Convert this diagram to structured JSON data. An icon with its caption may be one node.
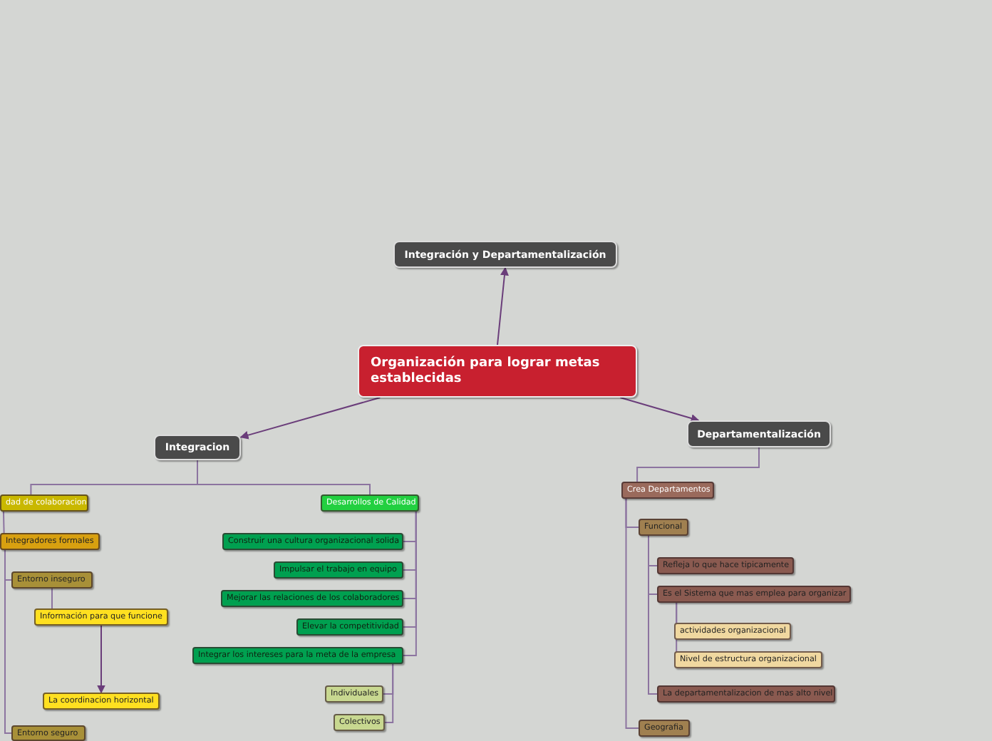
{
  "diagram": {
    "nodes": [
      {
        "text": [
          "Integración y Departamentalización"
        ]
      },
      {
        "text": [
          "Organización para lograr metas establecidas"
        ]
      },
      {
        "text": [
          "Integracion"
        ]
      },
      {
        "text": [
          "Departamentalización"
        ]
      },
      {
        "text": [
          "dad de colaboracion"
        ]
      },
      {
        "text": [
          "Desarrollos de Calidad"
        ]
      },
      {
        "text": [
          "Construir una cultura organizacional solida"
        ]
      },
      {
        "text": [
          "Impulsar el trabajo en equipo"
        ]
      },
      {
        "text": [
          "Mejorar las relaciones de los colaboradores"
        ]
      },
      {
        "text": [
          "Elevar la competitividad"
        ]
      },
      {
        "text": [
          "Integrar los intereses  para la meta de la empresa"
        ]
      },
      {
        "text": [
          "Individuales"
        ]
      },
      {
        "text": [
          "Colectivos"
        ]
      },
      {
        "text": [
          "Integradores formales"
        ]
      },
      {
        "text": [
          "Entorno inseguro"
        ]
      },
      {
        "text": [
          "Información para que funcione"
        ]
      },
      {
        "text": [
          "La coordinacion horizontal"
        ]
      },
      {
        "text": [
          "Entorno seguro"
        ]
      },
      {
        "text": [
          "Crea Departamentos"
        ]
      },
      {
        "text": [
          "Funcional"
        ]
      },
      {
        "text": [
          "Refleja lo que hace tipicamente"
        ]
      },
      {
        "text": [
          "Es el Sistema que mas emplea para organizar"
        ]
      },
      {
        "text": [
          "actividades organizacional"
        ]
      },
      {
        "text": [
          "Nivel de estructura organizacional"
        ]
      },
      {
        "text": [
          "La departamentalizacion de mas alto nivel"
        ]
      },
      {
        "text": [
          "Geografia"
        ]
      }
    ],
    "edges": [
      {
        "from": 1,
        "to": 0,
        "arrow": "to"
      },
      {
        "from": 1,
        "to": 2,
        "arrow": "to"
      },
      {
        "from": 1,
        "to": 3,
        "arrow": "to"
      },
      {
        "from": 2,
        "to": 4,
        "arrow": "none"
      },
      {
        "from": 2,
        "to": 5,
        "arrow": "none"
      },
      {
        "from": 5,
        "to": 6,
        "arrow": "none"
      },
      {
        "from": 5,
        "to": 7,
        "arrow": "none"
      },
      {
        "from": 5,
        "to": 8,
        "arrow": "none"
      },
      {
        "from": 5,
        "to": 9,
        "arrow": "none"
      },
      {
        "from": 5,
        "to": 10,
        "arrow": "none"
      },
      {
        "from": 10,
        "to": 11,
        "arrow": "none"
      },
      {
        "from": 10,
        "to": 12,
        "arrow": "none"
      },
      {
        "from": 4,
        "to": 13,
        "arrow": "none"
      },
      {
        "from": 13,
        "to": 14,
        "arrow": "none"
      },
      {
        "from": 13,
        "to": 17,
        "arrow": "none"
      },
      {
        "from": 14,
        "to": 15,
        "arrow": "none"
      },
      {
        "from": 15,
        "to": 16,
        "arrow": "to"
      },
      {
        "from": 3,
        "to": 18,
        "arrow": "none"
      },
      {
        "from": 18,
        "to": 19,
        "arrow": "none"
      },
      {
        "from": 18,
        "to": 25,
        "arrow": "none"
      },
      {
        "from": 19,
        "to": 20,
        "arrow": "none"
      },
      {
        "from": 19,
        "to": 21,
        "arrow": "none"
      },
      {
        "from": 19,
        "to": 24,
        "arrow": "none"
      },
      {
        "from": 21,
        "to": 22,
        "arrow": "none"
      },
      {
        "from": 21,
        "to": 23,
        "arrow": "none"
      }
    ]
  }
}
